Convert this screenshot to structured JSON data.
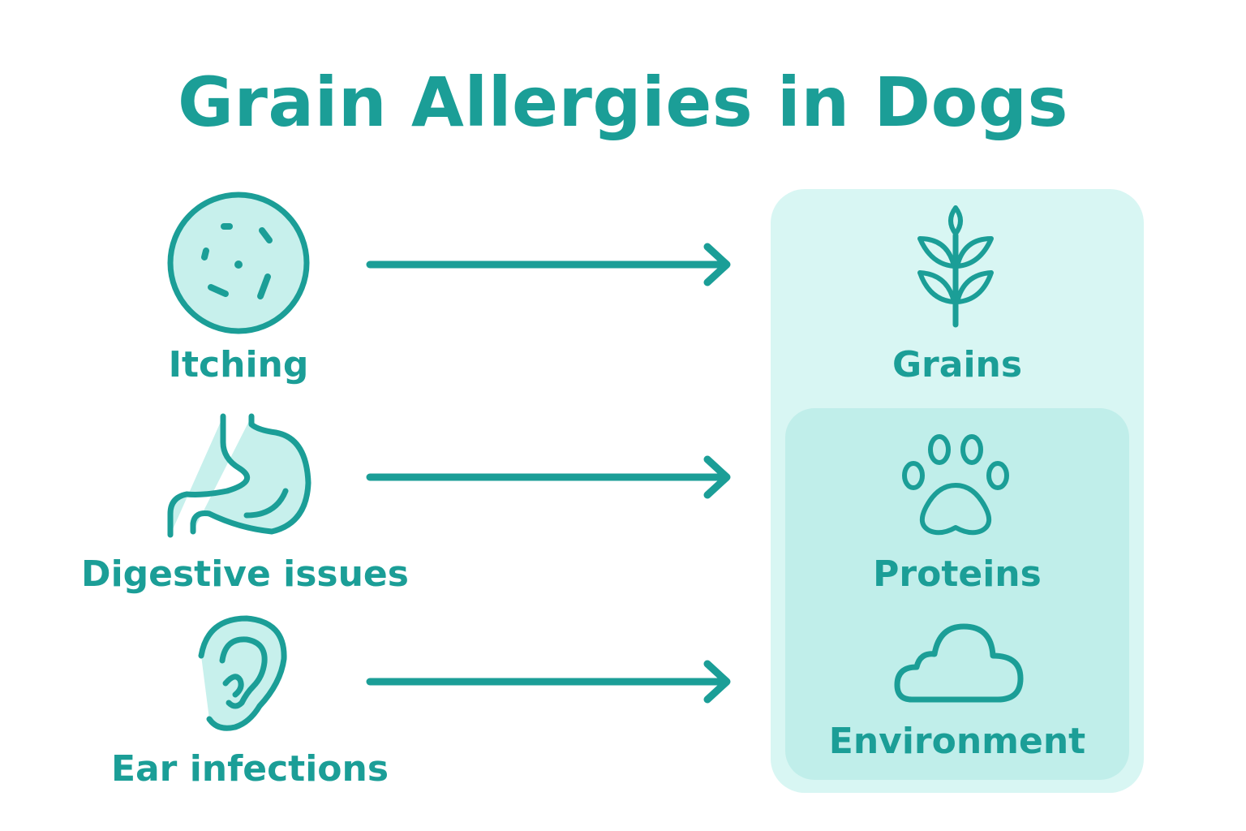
{
  "title": "Grain Allergies in Dogs",
  "colors": {
    "accent": "#1b9e97",
    "fill_light": "#d8f6f3",
    "fill_medium": "#c0eeea",
    "icon_fill": "#c7f0ec"
  },
  "symptoms": [
    {
      "label": "Itching",
      "icon": "skin-circle-icon"
    },
    {
      "label": "Digestive issues",
      "icon": "stomach-icon"
    },
    {
      "label": "Ear infections",
      "icon": "ear-icon"
    }
  ],
  "causes": [
    {
      "label": "Grains",
      "icon": "wheat-icon"
    },
    {
      "label": "Proteins",
      "icon": "paw-icon"
    },
    {
      "label": "Environment",
      "icon": "cloud-icon"
    }
  ]
}
